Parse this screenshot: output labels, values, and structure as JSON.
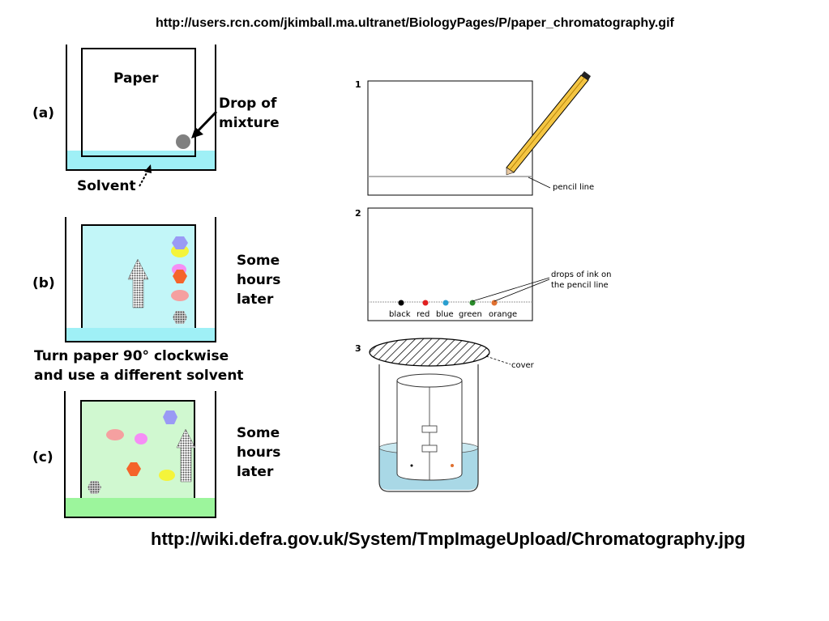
{
  "captions": {
    "top_url": "http://users.rcn.com/jkimball.ma.ultranet/BiologyPages/P/paper_chromatography.gif",
    "bottom_url": "http://wiki.defra.gov.uk/System/TmpImageUpload/Chromatography.jpg"
  },
  "left_diagram": {
    "panel_a": {
      "tag": "(a)",
      "paper_label": "Paper",
      "drop_label_line1": "Drop of",
      "drop_label_line2": "mixture",
      "solvent_label": "Solvent"
    },
    "panel_b": {
      "tag": "(b)",
      "note_line1": "Some",
      "note_line2": "hours",
      "note_line3": "later"
    },
    "turn_note_line1": "Turn paper 90° clockwise",
    "turn_note_line2": "and use a different solvent",
    "panel_c": {
      "tag": "(c)",
      "note_line1": "Some",
      "note_line2": "hours",
      "note_line3": "later"
    },
    "colors": {
      "solvent_blue": "#9ff0f6",
      "paper_blue": "#c2f6f8",
      "solvent_green": "#9cf59c",
      "paper_green": "#d0f8d0"
    }
  },
  "right_diagram": {
    "step1": {
      "number": "1",
      "pencil_label": "pencil line"
    },
    "step2": {
      "number": "2",
      "drops_label_line1": "drops of ink on",
      "drops_label_line2": "the pencil line",
      "inks": [
        "black",
        "red",
        "blue",
        "green",
        "orange"
      ]
    },
    "step3": {
      "number": "3",
      "cover_label": "cover"
    }
  }
}
